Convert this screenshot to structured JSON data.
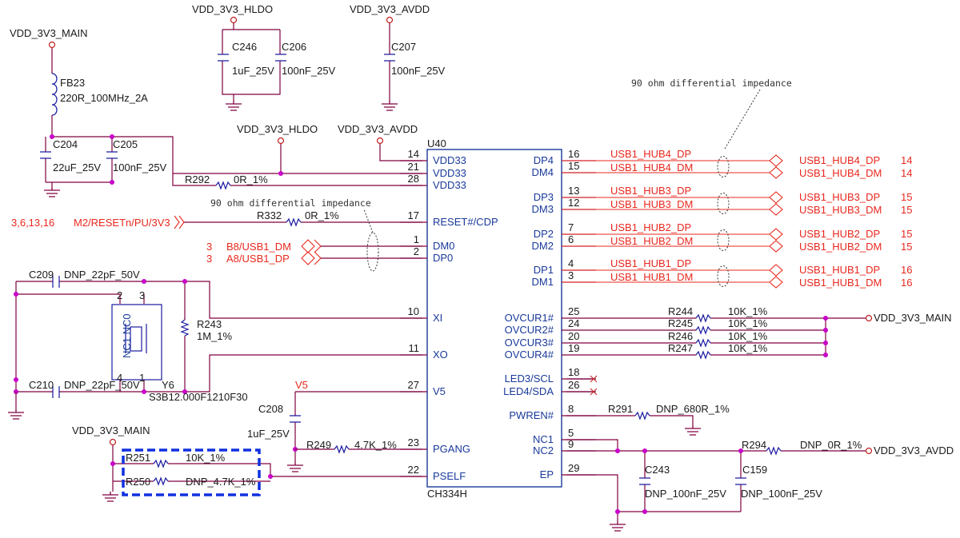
{
  "ic": {
    "ref": "U40",
    "part": "CH334H",
    "left_pins": [
      {
        "num": "14",
        "name": "VDD33"
      },
      {
        "num": "21",
        "name": "VDD33"
      },
      {
        "num": "28",
        "name": "VDD33"
      },
      {
        "num": "17",
        "name": "RESET#/CDP"
      },
      {
        "num": "1",
        "name": "DM0"
      },
      {
        "num": "2",
        "name": "DP0"
      },
      {
        "num": "10",
        "name": "XI"
      },
      {
        "num": "11",
        "name": "XO"
      },
      {
        "num": "27",
        "name": "V5"
      },
      {
        "num": "23",
        "name": "PGANG"
      },
      {
        "num": "22",
        "name": "PSELF"
      }
    ],
    "right_pins": [
      {
        "num": "16",
        "name": "DP4"
      },
      {
        "num": "15",
        "name": "DM4"
      },
      {
        "num": "13",
        "name": "DP3"
      },
      {
        "num": "12",
        "name": "DM3"
      },
      {
        "num": "7",
        "name": "DP2"
      },
      {
        "num": "6",
        "name": "DM2"
      },
      {
        "num": "4",
        "name": "DP1"
      },
      {
        "num": "3",
        "name": "DM1"
      },
      {
        "num": "25",
        "name": "OVCUR1#"
      },
      {
        "num": "24",
        "name": "OVCUR2#"
      },
      {
        "num": "20",
        "name": "OVCUR3#"
      },
      {
        "num": "19",
        "name": "OVCUR4#"
      },
      {
        "num": "18",
        "name": "LED3/SCL"
      },
      {
        "num": "26",
        "name": "LED4/SDA"
      },
      {
        "num": "8",
        "name": "PWREN#"
      },
      {
        "num": "5",
        "name": "NC1"
      },
      {
        "num": "9",
        "name": "NC2"
      },
      {
        "num": "29",
        "name": "EP"
      }
    ]
  },
  "power": {
    "main": "VDD_3V3_MAIN",
    "hldo": "VDD_3V3_HLDO",
    "avdd": "VDD_3V3_AVDD",
    "v5": "V5"
  },
  "components": {
    "c246": {
      "ref": "C246",
      "val": "1uF_25V"
    },
    "c206": {
      "ref": "C206",
      "val": "100nF_25V"
    },
    "c207": {
      "ref": "C207",
      "val": "100nF_25V"
    },
    "fb23": {
      "ref": "FB23",
      "val": "220R_100MHz_2A"
    },
    "c204": {
      "ref": "C204",
      "val": "22uF_25V"
    },
    "c205": {
      "ref": "C205",
      "val": "100nF_25V"
    },
    "r292": {
      "ref": "R292",
      "val": "0R_1%"
    },
    "r332": {
      "ref": "R332",
      "val": "0R_1%"
    },
    "c209": {
      "ref": "C209",
      "val": "DNP_22pF_50V"
    },
    "c210": {
      "ref": "C210",
      "val": "DNP_22pF_50V"
    },
    "r243": {
      "ref": "R243",
      "val": "1M_1%"
    },
    "y6": {
      "ref": "Y6",
      "val": "S3B12.000F1210F30",
      "inner": "NC1 NC0"
    },
    "c208": {
      "ref": "C208",
      "val": "1uF_25V"
    },
    "r249": {
      "ref": "R249",
      "val": "4.7K_1%"
    },
    "r251": {
      "ref": "R251",
      "val": "10K_1%"
    },
    "r250": {
      "ref": "R250",
      "val": "DNP_4.7K_1%"
    },
    "r244": {
      "ref": "R244",
      "val": "10K_1%"
    },
    "r245": {
      "ref": "R245",
      "val": "10K_1%"
    },
    "r246": {
      "ref": "R246",
      "val": "10K_1%"
    },
    "r247": {
      "ref": "R247",
      "val": "10K_1%"
    },
    "r291": {
      "ref": "R291",
      "val": "DNP_680R_1%"
    },
    "r294": {
      "ref": "R294",
      "val": "DNP_0R_1%"
    },
    "c243": {
      "ref": "C243",
      "val": "DNP_100nF_25V"
    },
    "c159": {
      "ref": "C159",
      "val": "DNP_100nF_25V"
    }
  },
  "nets": {
    "reset_page": "3,6,13,16",
    "reset_net": "M2/RESETn/PU/3V3",
    "dm0_page": "3",
    "dm0_net": "B8/USB1_DM",
    "dp0_page": "3",
    "dp0_net": "A8/USB1_DP",
    "usb": [
      {
        "dp": "USB1_HUB4_DP",
        "dm": "USB1_HUB4_DM",
        "page_dp": "14",
        "page_dm": "14"
      },
      {
        "dp": "USB1_HUB3_DP",
        "dm": "USB1_HUB3_DM",
        "page_dp": "15",
        "page_dm": "15"
      },
      {
        "dp": "USB1_HUB2_DP",
        "dm": "USB1_HUB2_DM",
        "page_dp": "15",
        "page_dm": "15"
      },
      {
        "dp": "USB1_HUB1_DP",
        "dm": "USB1_HUB1_DM",
        "page_dp": "16",
        "page_dm": "16"
      }
    ]
  },
  "crystal_pins": {
    "p1": "1",
    "p2": "2",
    "p3": "3",
    "p4": "4"
  },
  "notes": {
    "diff1": "90 ohm differential impedance",
    "diff2": "90 ohm differential impedance"
  },
  "colors": {
    "wire": "#800040",
    "ic": "#1a3a9a",
    "net": "#e8281e",
    "text": "#1a1a1a",
    "junction": "#c800c8",
    "dnp_box": "#1030e0"
  }
}
